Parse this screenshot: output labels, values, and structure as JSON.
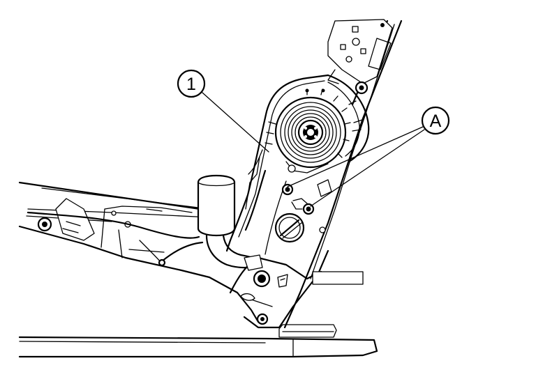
{
  "callouts": [
    {
      "id": "1",
      "label": "1"
    },
    {
      "id": "A",
      "label": "A"
    }
  ]
}
